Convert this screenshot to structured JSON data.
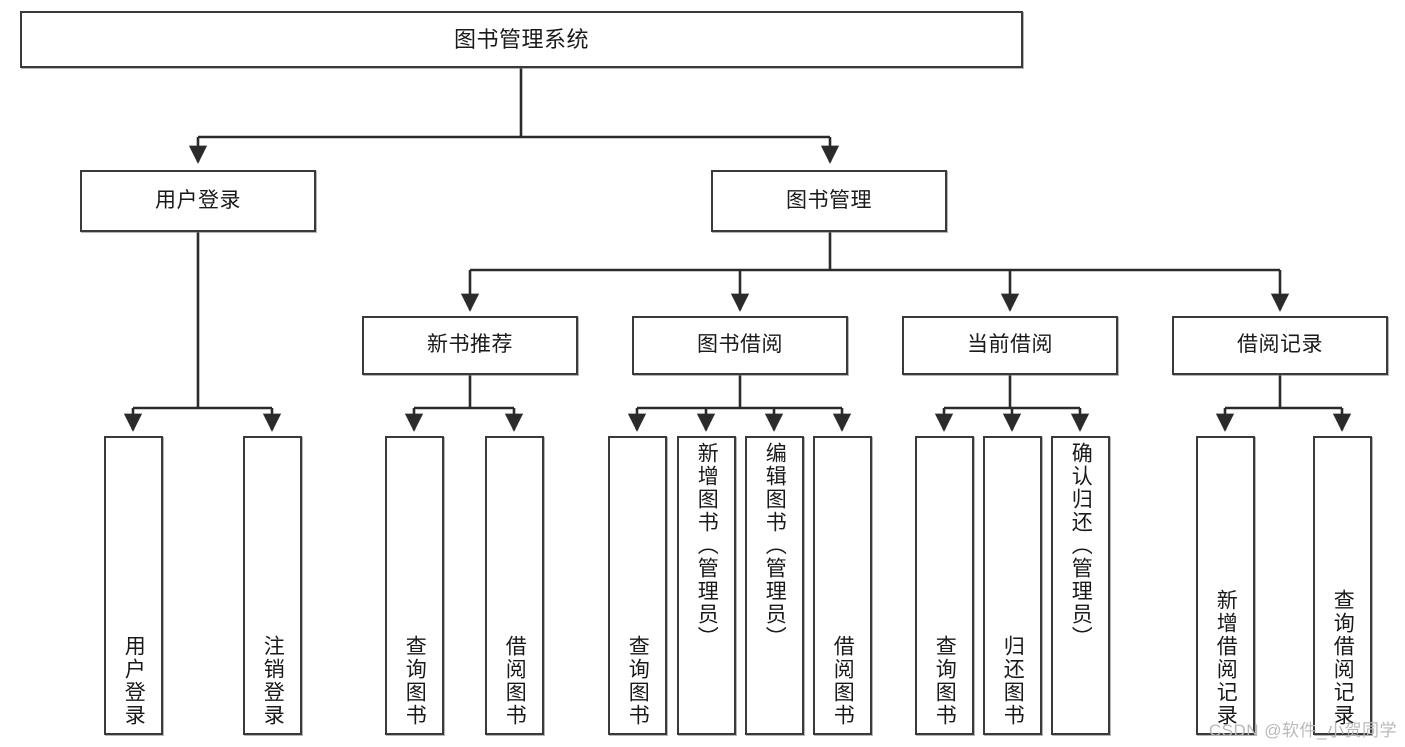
{
  "diagram": {
    "title": "图书管理系统",
    "type": "tree-hierarchy-chart",
    "root": {
      "label": "图书管理系统"
    },
    "tier2": [
      {
        "label": "用户登录"
      },
      {
        "label": "图书管理"
      }
    ],
    "tier3": [
      {
        "label": "新书推荐"
      },
      {
        "label": "图书借阅"
      },
      {
        "label": "当前借阅"
      },
      {
        "label": "借阅记录"
      }
    ],
    "leaves": {
      "user_login": [
        {
          "label": "用户登录"
        },
        {
          "label": "注销登录"
        }
      ],
      "new_book_recommend": [
        {
          "label": "查询图书"
        },
        {
          "label": "借阅图书"
        }
      ],
      "book_borrow": [
        {
          "label": "查询图书"
        },
        {
          "label": "新增图书（管理员）"
        },
        {
          "label": "编辑图书（管理员）"
        },
        {
          "label": "借阅图书"
        }
      ],
      "current_borrow": [
        {
          "label": "查询图书"
        },
        {
          "label": "归还图书"
        },
        {
          "label": "确认归还（管理员）"
        }
      ],
      "borrow_record": [
        {
          "label": "新增借阅记录"
        },
        {
          "label": "查询借阅记录"
        }
      ]
    }
  },
  "watermark": {
    "text": "CSDN @软件_小贺同学"
  },
  "colors": {
    "background": "#ffffff",
    "box_border": "#3a3a3a",
    "box_fill": "#ffffff",
    "connector": "#2b2b2b",
    "text": "#1a1a1a",
    "watermark": "#b9b9b9"
  }
}
